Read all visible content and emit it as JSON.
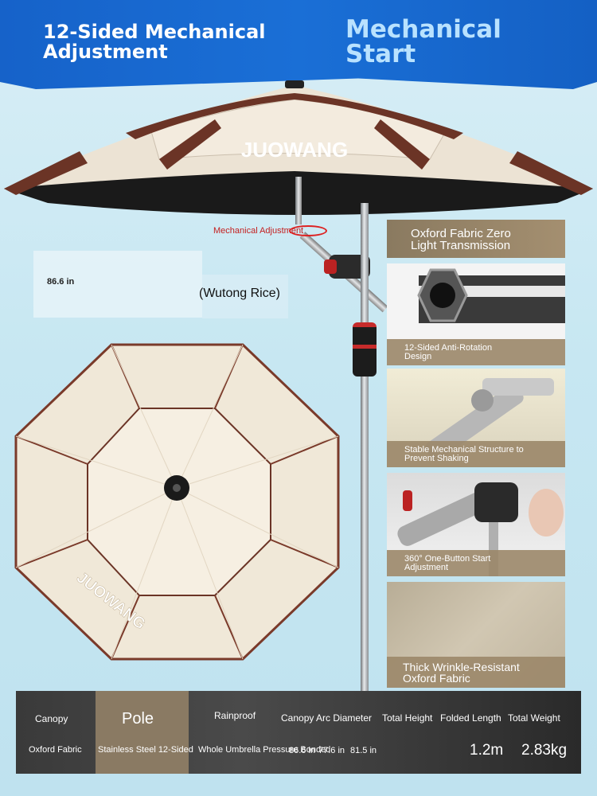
{
  "banner": {
    "left_line1": "12-Sided Mechanical",
    "left_line2": "Adjustment",
    "right_line1": "Mechanical",
    "right_line2": "Start",
    "bg_color": "#1a6fd6"
  },
  "umbrella": {
    "brand": "JUOWANG",
    "mechanical_label": "Mechanical Adjustment"
  },
  "dimension": {
    "value": "86.6 in",
    "note": "(Wutong Rice)"
  },
  "features": {
    "title_line1": "Oxford Fabric Zero",
    "title_line2": "Light Transmission",
    "items": [
      {
        "line1": "12-Sided Anti-Rotation",
        "line2": "Design"
      },
      {
        "line1": "Stable Mechanical Structure to",
        "line2": "Prevent Shaking"
      },
      {
        "line1": "360° One-Button Start",
        "line2": "Adjustment"
      },
      {
        "line1": "Thick Wrinkle-Resistant",
        "line2": "Oxford Fabric"
      }
    ]
  },
  "specs": {
    "canopy_header": "Canopy",
    "canopy_value": "Oxford Fabric",
    "pole_header": "Pole",
    "pole_value": "Stainless Steel 12-Sided",
    "rainproof_header": "Rainproof",
    "rainproof_value": "Whole Umbrella Pressure Bonded",
    "canopy_arc_header": "Canopy Arc Diameter",
    "total_height_header": "Total Height",
    "folded_length_header": "Folded Length",
    "total_weight_header": "Total Weight",
    "canopy_arc_value": "86.6 in",
    "total_height_value": "77.6 in",
    "folded_length_value": "81.5 in",
    "length_value": "1.2m",
    "weight_value": "2.83kg"
  }
}
